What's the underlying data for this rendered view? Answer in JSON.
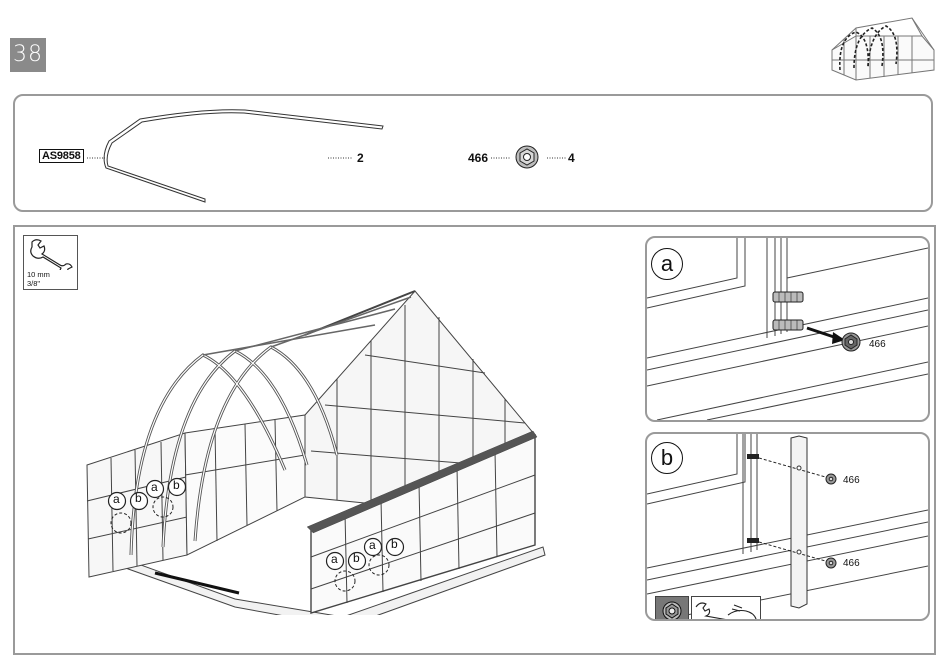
{
  "page": {
    "step_number": "38"
  },
  "parts": {
    "rod": {
      "code": "AS9858",
      "quantity": "2"
    },
    "nut": {
      "number": "466",
      "quantity": "4"
    }
  },
  "tool": {
    "size_metric": "10 mm",
    "size_imperial": "3/8\""
  },
  "callouts": {
    "a": "a",
    "b": "b"
  },
  "details": {
    "a": {
      "letter": "a",
      "nut_label": "466"
    },
    "b": {
      "letter": "b",
      "nut_label_top": "466",
      "nut_label_bottom": "466"
    }
  },
  "icons": [
    "wrench-icon",
    "nut-tool-icon",
    "hand-wrench-icon",
    "greenhouse-thumbnail-icon"
  ]
}
